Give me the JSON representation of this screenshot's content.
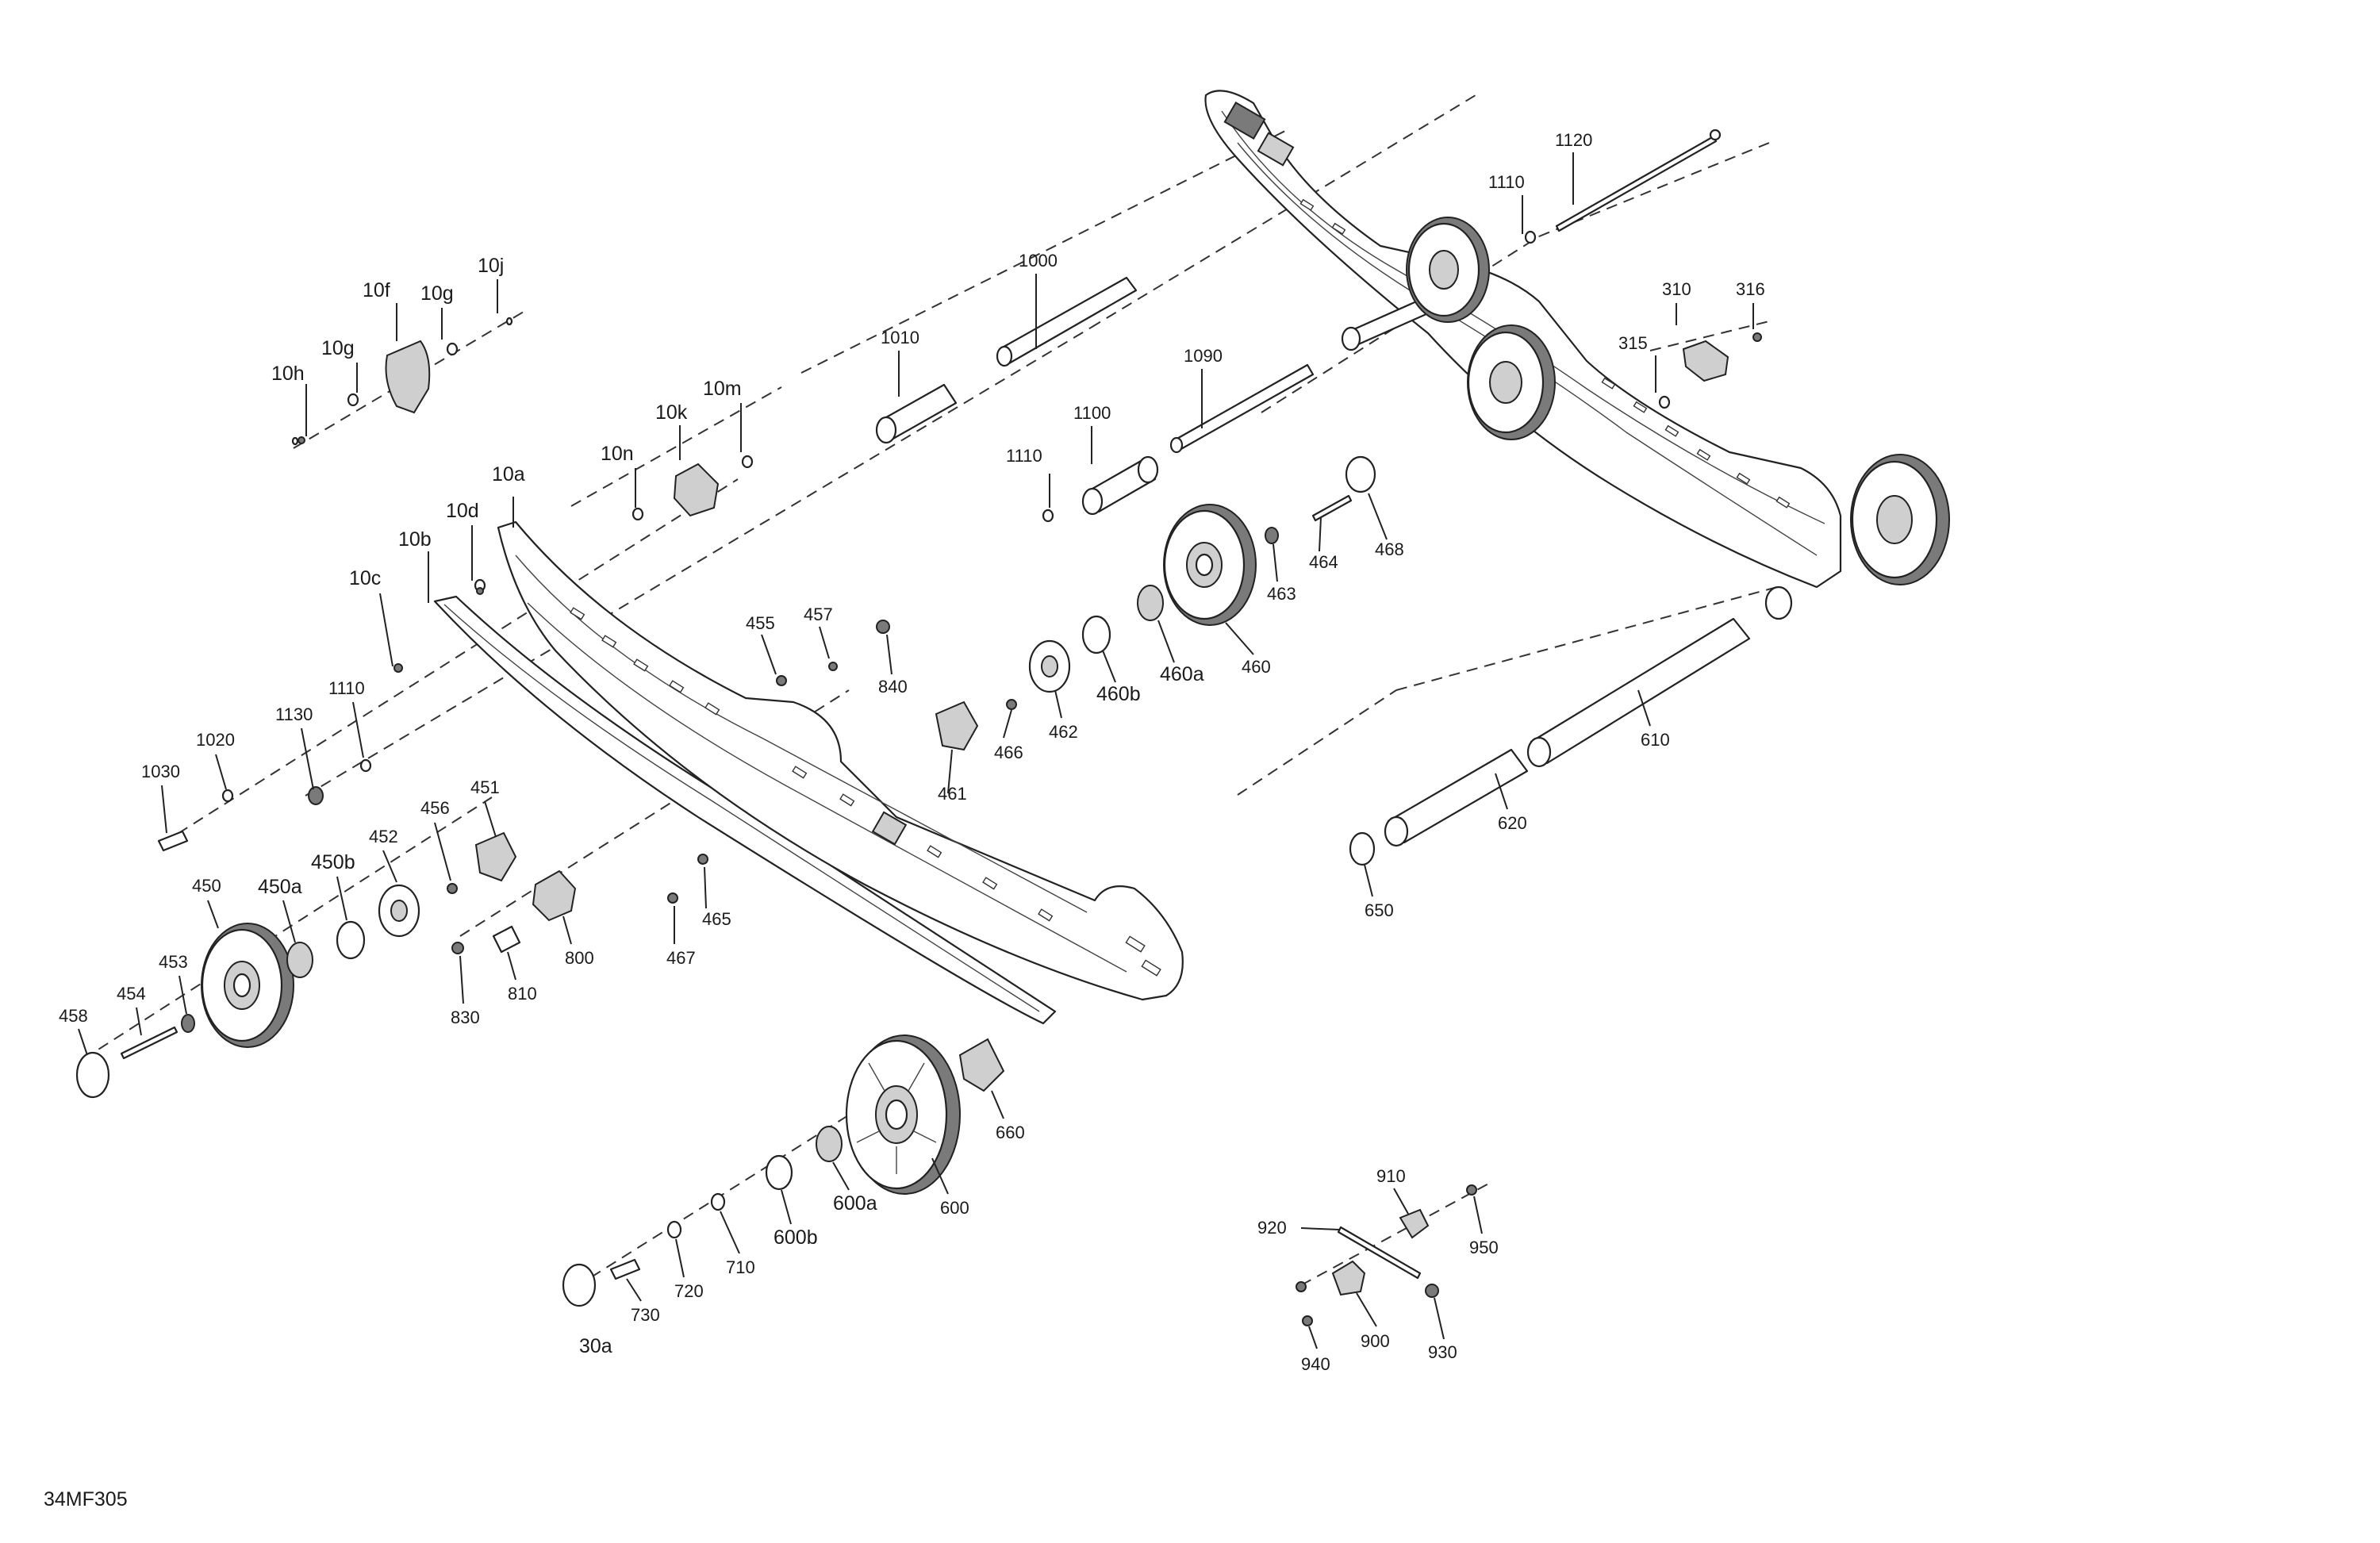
{
  "diagram": {
    "code": "34MF305",
    "labels": {
      "10f": "10f",
      "10g_a": "10g",
      "10g_b": "10g",
      "10j": "10j",
      "10h": "10h",
      "10k": "10k",
      "10m": "10m",
      "10n": "10n",
      "10a": "10a",
      "10d": "10d",
      "10b": "10b",
      "10c": "10c",
      "1000": "1000",
      "1010": "1010",
      "1090": "1090",
      "1100": "1100",
      "1110_a": "1110",
      "1110_b": "1110",
      "1110_c": "1110",
      "1120": "1120",
      "1130": "1130",
      "1020": "1020",
      "1030": "1030",
      "310": "310",
      "316": "316",
      "315": "315",
      "455": "455",
      "457": "457",
      "840": "840",
      "461": "461",
      "462": "462",
      "466": "466",
      "460b": "460b",
      "460a": "460a",
      "460": "460",
      "463": "463",
      "464": "464",
      "468": "468",
      "451": "451",
      "456": "456",
      "452": "452",
      "450b": "450b",
      "450a": "450a",
      "450": "450",
      "453": "453",
      "454": "454",
      "458": "458",
      "465": "465",
      "467": "467",
      "800": "800",
      "810": "810",
      "830": "830",
      "610": "610",
      "620": "620",
      "650": "650",
      "660": "660",
      "600": "600",
      "600a": "600a",
      "600b": "600b",
      "710": "710",
      "720": "720",
      "730": "730",
      "30a": "30a",
      "910": "910",
      "920": "920",
      "950": "950",
      "900": "900",
      "930": "930",
      "940": "940"
    }
  }
}
